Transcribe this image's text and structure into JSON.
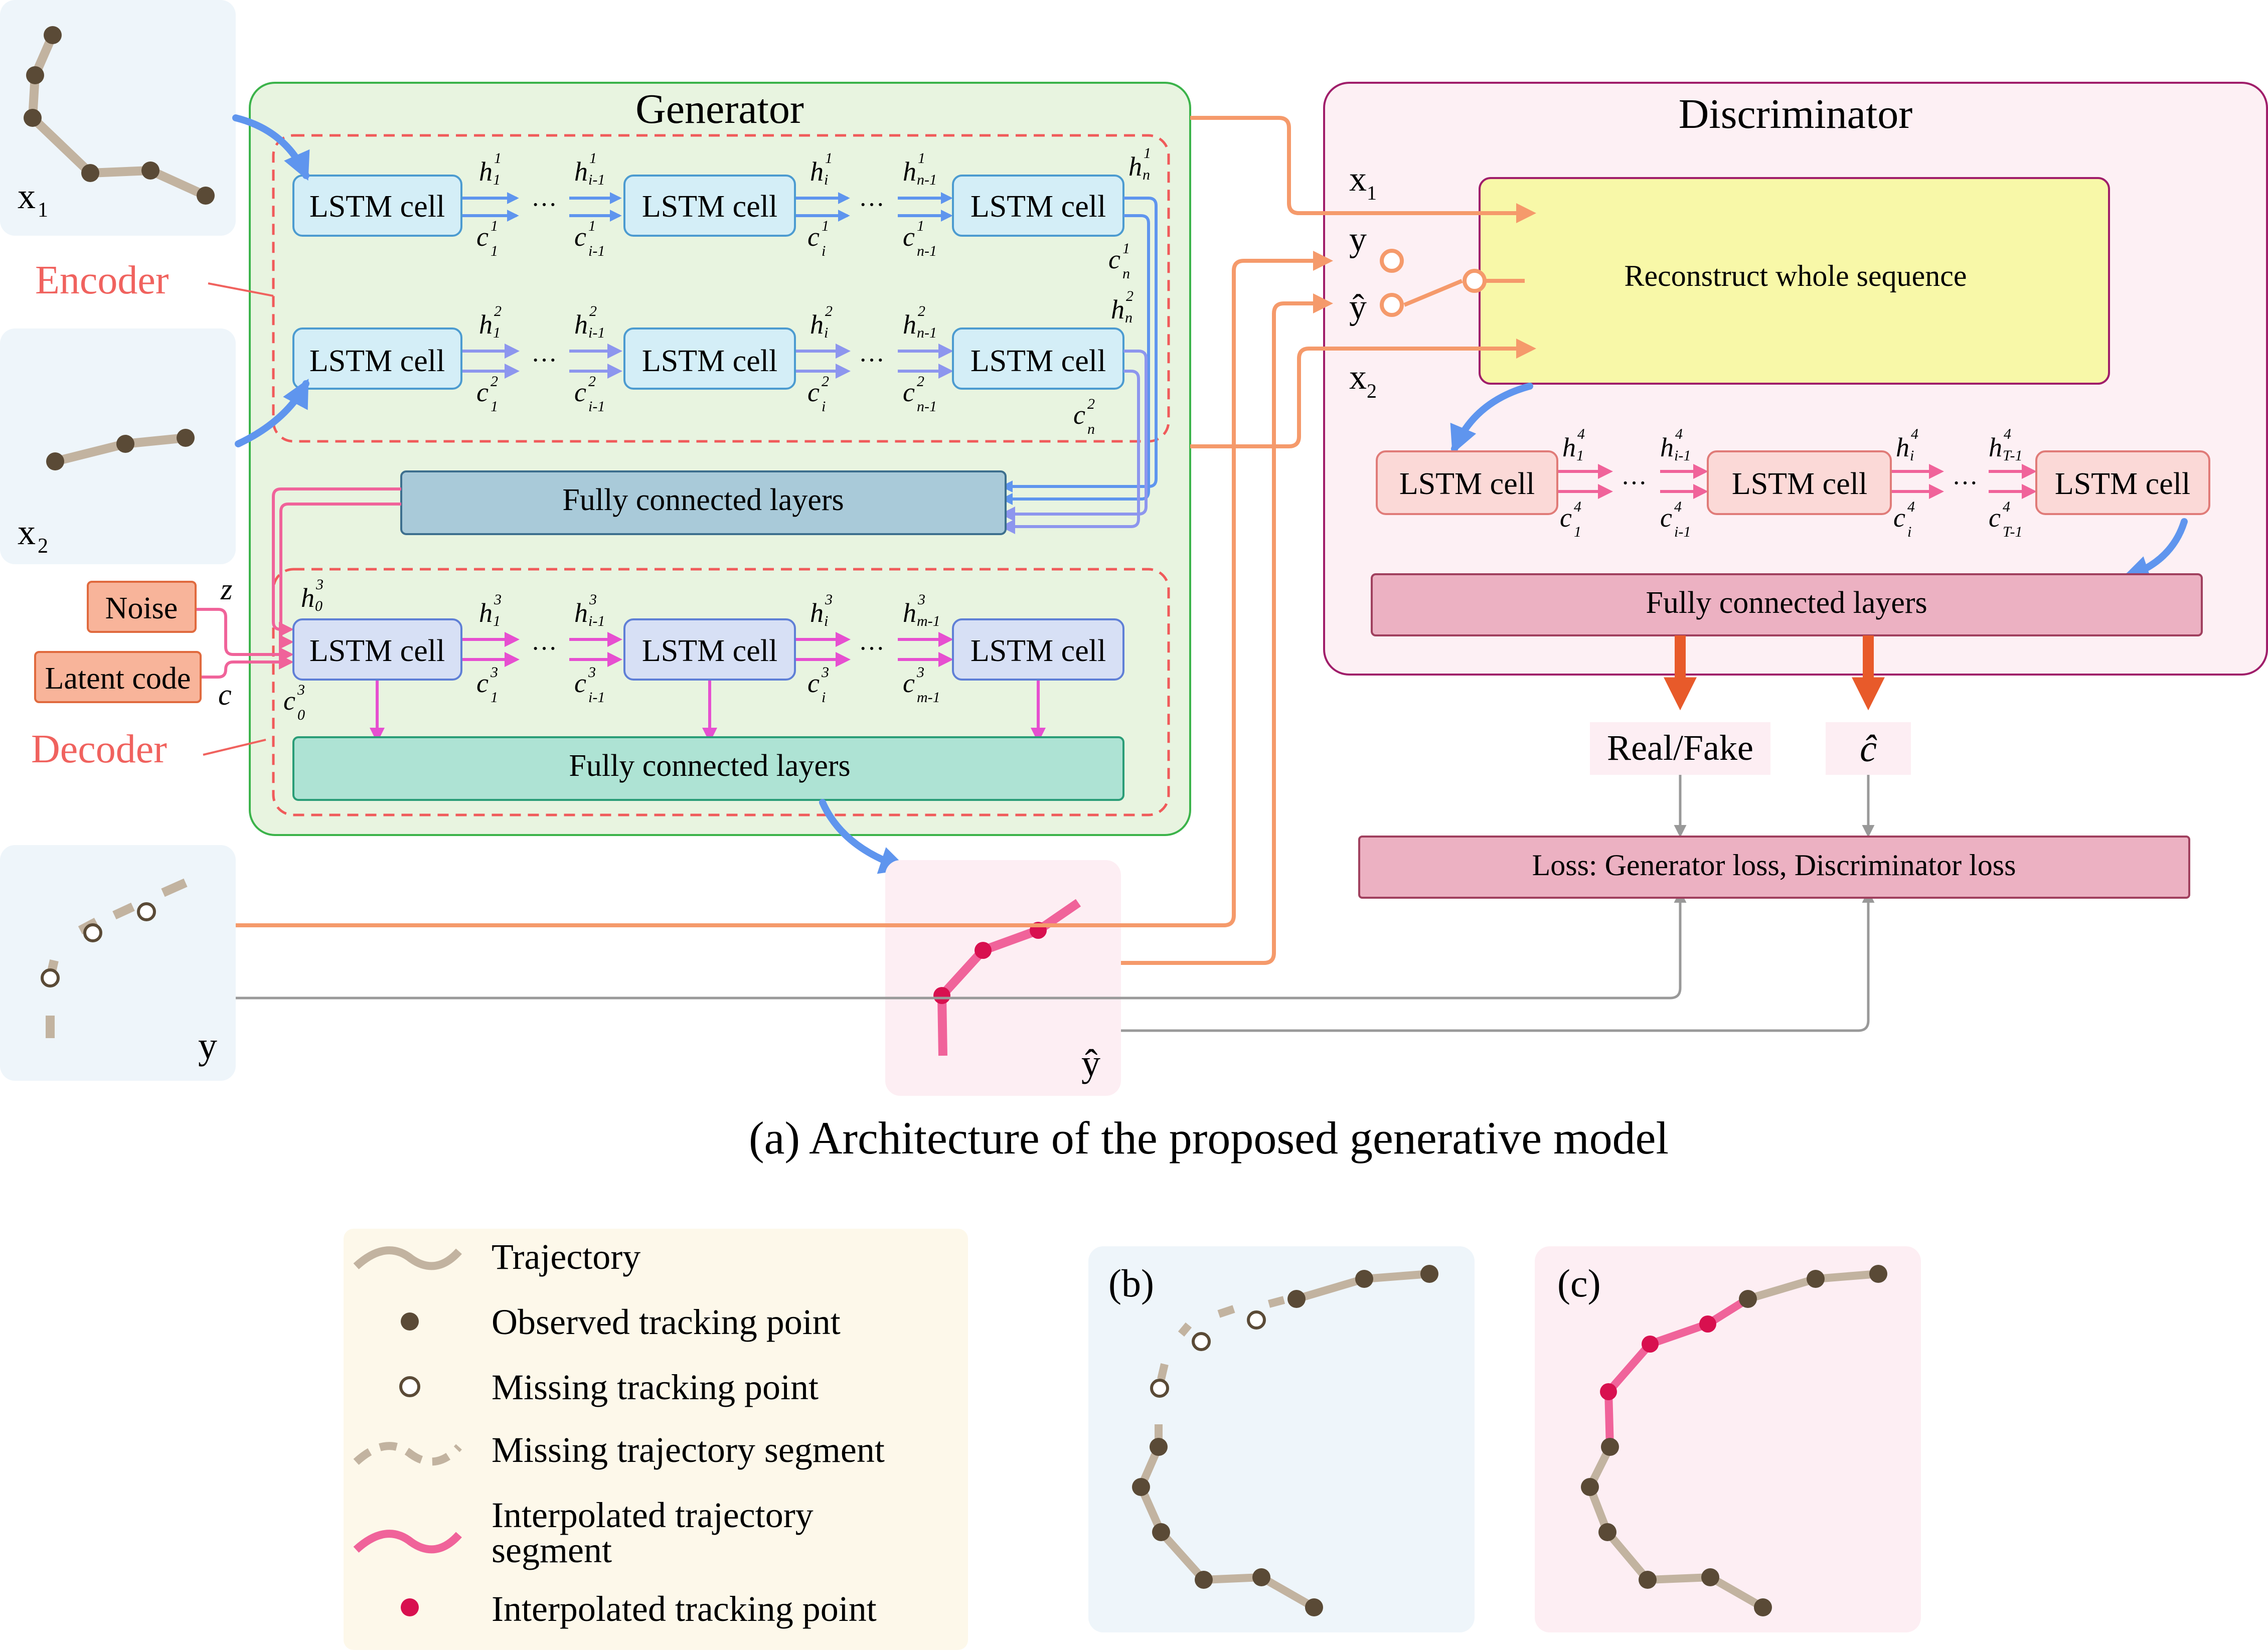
{
  "generator": {
    "title": "Generator",
    "encoder_label": "Encoder",
    "decoder_label": "Decoder",
    "row1": {
      "cells": [
        "LSTM cell",
        "LSTM cell",
        "LSTM cell"
      ],
      "h": [
        "h",
        "h",
        "h",
        "h"
      ],
      "h_sup": [
        "1",
        "1",
        "1",
        "1"
      ],
      "h_sub": [
        "1",
        "i-1",
        "i",
        "n-1"
      ],
      "c": [
        "c",
        "c",
        "c",
        "c"
      ],
      "c_sup": [
        "1",
        "1",
        "1",
        "1"
      ],
      "c_sub": [
        "1",
        "i-1",
        "i",
        "n-1"
      ],
      "h_n": "h",
      "h_n_sup": "1",
      "h_n_sub": "n",
      "c_n": "c",
      "c_n_sup": "1",
      "c_n_sub": "n"
    },
    "row2": {
      "cells": [
        "LSTM cell",
        "LSTM cell",
        "LSTM cell"
      ],
      "h": [
        "h",
        "h",
        "h",
        "h"
      ],
      "h_sup": [
        "2",
        "2",
        "2",
        "2"
      ],
      "h_sub": [
        "1",
        "i-1",
        "i",
        "n-1"
      ],
      "c": [
        "c",
        "c",
        "c",
        "c"
      ],
      "c_sup": [
        "2",
        "2",
        "2",
        "2"
      ],
      "c_sub": [
        "1",
        "i-1",
        "i",
        "n-1"
      ],
      "h_n": "h",
      "h_n_sup": "2",
      "h_n_sub": "n",
      "c_n": "c",
      "c_n_sup": "2",
      "c_n_sub": "n"
    },
    "row3": {
      "cells": [
        "LSTM cell",
        "LSTM cell",
        "LSTM cell"
      ],
      "h": [
        "h",
        "h",
        "h",
        "h"
      ],
      "h_sup": [
        "3",
        "3",
        "3",
        "3"
      ],
      "h_sub": [
        "1",
        "i-1",
        "i",
        "m-1"
      ],
      "c": [
        "c",
        "c",
        "c"
      ],
      "c_sup": [
        "3",
        "3",
        "3",
        "3"
      ],
      "c_sub": [
        "1",
        "i-1",
        "i",
        "m-1"
      ],
      "h0": "h",
      "h0_sup": "3",
      "h0_sub": "0",
      "c0": "c",
      "c0_sup": "3",
      "c0_sub": "0"
    },
    "fc_middle": "Fully connected layers",
    "fc_bottom": "Fully connected layers",
    "dots": "···"
  },
  "inputs": {
    "noise": "Noise",
    "latent": "Latent code",
    "z": "z",
    "c": "c",
    "x1": "x",
    "x1_sub": "1",
    "x2": "x",
    "x2_sub": "2",
    "y": "y",
    "yhat": "ŷ"
  },
  "discriminator": {
    "title": "Discriminator",
    "reconstruct": "Reconstruct whole sequence",
    "in_x1": "x",
    "in_x1_sub": "1",
    "in_y": "y",
    "in_yhat": "ŷ",
    "in_x2": "x",
    "in_x2_sub": "2",
    "cells": [
      "LSTM cell",
      "LSTM cell",
      "LSTM cell"
    ],
    "h": [
      "h",
      "h",
      "h",
      "h"
    ],
    "h_sup": [
      "4",
      "4",
      "4",
      "4"
    ],
    "h_sub": [
      "1",
      "i-1",
      "i",
      "T-1"
    ],
    "c": [
      "c",
      "c",
      "c",
      "c"
    ],
    "c_sup": [
      "4",
      "4",
      "4",
      "4"
    ],
    "c_sub": [
      "1",
      "i-1",
      "i",
      "T-1"
    ],
    "fc": "Fully connected layers",
    "real_fake": "Real/Fake",
    "c_hat": "ĉ",
    "loss": "Loss: Generator loss, Discriminator loss"
  },
  "caption": "(a) Architecture of the proposed generative model",
  "legend": {
    "items": [
      "Trajectory",
      "Observed tracking point",
      "Missing tracking point",
      "Missing trajectory segment",
      "Interpolated trajectory",
      "segment",
      "Interpolated tracking point"
    ]
  },
  "panel_b": "(b)",
  "panel_c": "(c)",
  "colors": {
    "trajectory": "#c2b3a0",
    "observed_point": "#5a4a36",
    "interpolated": "#f0639a",
    "interpolated_point": "#d8104f",
    "encoder_cell": "#d4eef7",
    "decoder_cell": "#d7e0f5",
    "disc_cell": "#fbd9d7",
    "generator_bg": "#e8f4e0",
    "discriminator_bg": "#fdf0f4",
    "reconstruct_bg": "#f8f8a8",
    "orange": "#f59a6b",
    "blue_arrow": "#5f95ee"
  }
}
